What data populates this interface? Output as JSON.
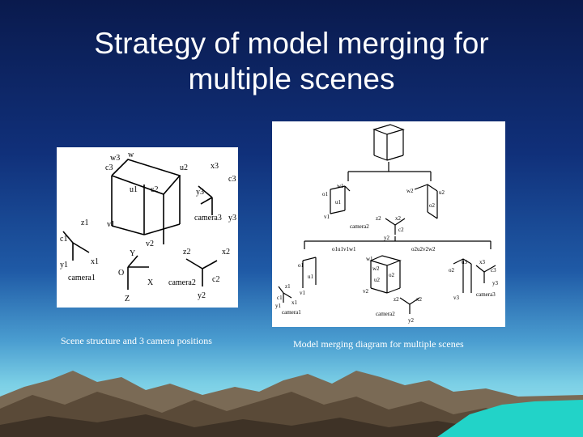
{
  "slide": {
    "title_line1": "Strategy of model merging for",
    "title_line2": "multiple scenes",
    "caption_left": "Scene structure and 3 camera positions",
    "caption_right": "Model merging diagram for multiple scenes"
  },
  "left_figure": {
    "labels": {
      "w3": "w3",
      "w": "w",
      "c3": "c3",
      "u2": "u2",
      "u1": "u1",
      "c2": "c2",
      "x3": "x3",
      "c_3": "c3",
      "y3a": "y3",
      "camera3": "camera3",
      "y3b": "y3",
      "z1": "z1",
      "v1": "v1",
      "c1": "c1",
      "v2": "v2",
      "z2": "z2",
      "x2": "x2",
      "Y": "Y",
      "y1": "y1",
      "x1": "x1",
      "camera1": "camera1",
      "O": "O",
      "X": "X",
      "camera2": "camera2",
      "c_2": "c2",
      "Z": "Z",
      "y2": "y2"
    }
  },
  "right_figure": {
    "labels": {
      "o1": "o1",
      "w1": "w1",
      "u1": "u1",
      "v1": "v1",
      "w2": "w2",
      "o2": "o2",
      "u2": "u2",
      "z2": "z2",
      "x2": "x2",
      "camera2": "camera2",
      "c2": "c2",
      "y2": "y2",
      "merge_left": "o1u1v1w1",
      "merge_right": "o2u2v2w2",
      "b_o1": "o1",
      "b_w1": "w1",
      "b_u1": "u1",
      "b_v1": "v1",
      "b_w2": "w2",
      "b_o2": "o2",
      "b_u2": "u2",
      "b_v2": "v2",
      "z1": "z1",
      "x1": "x1",
      "y1": "y1",
      "camera1": "camera1",
      "c1": "c1",
      "b_camera2": "camera2",
      "b_z2": "z2",
      "b_x2": "x2",
      "b_y2": "y2",
      "o2b": "o2",
      "u3": "u3",
      "v3": "v3",
      "x3": "x3",
      "c3": "c3",
      "y3": "y3",
      "camera3": "camera3"
    }
  }
}
